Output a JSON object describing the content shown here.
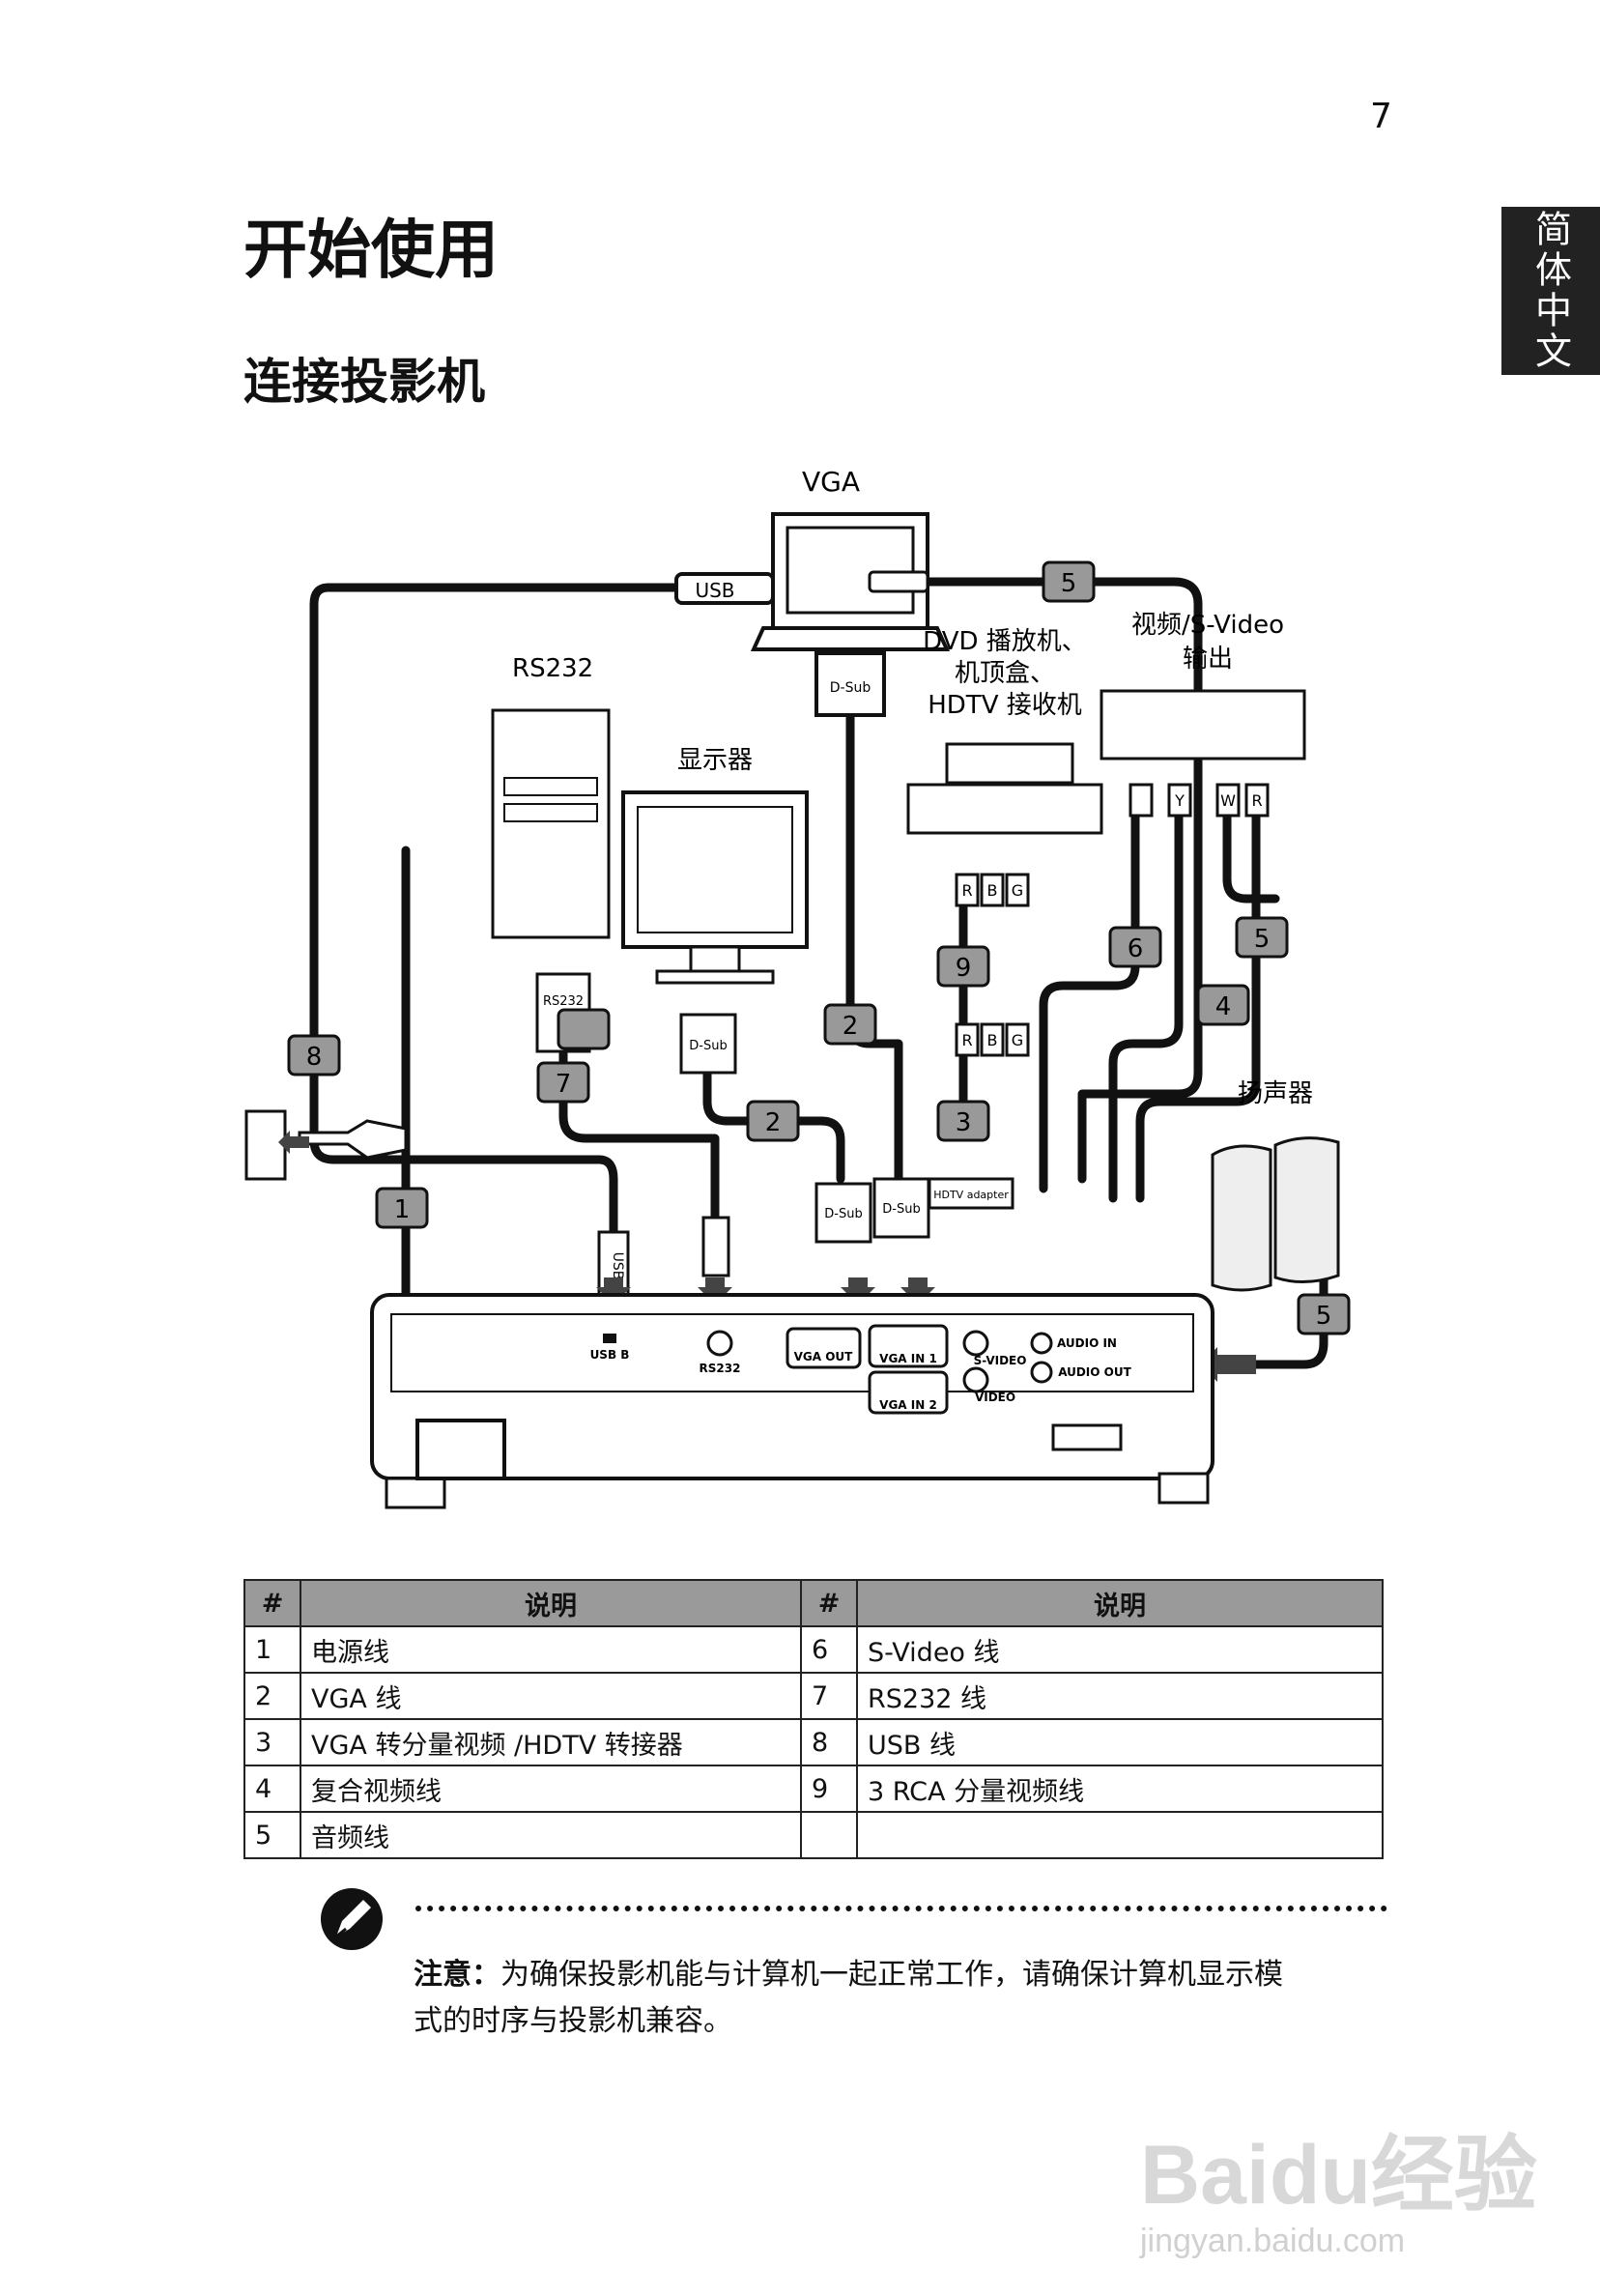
{
  "page_number": "7",
  "side_tab": "简体中文",
  "title": "开始使用",
  "subtitle": "连接投影机",
  "diagram": {
    "labels": {
      "vga": "VGA",
      "rs232": "RS232",
      "monitor": "显示器",
      "dvd_line1": "DVD 播放机、",
      "dvd_line2": "机顶盒、",
      "dvd_line3": "HDTV 接收机",
      "svideo_out_line1": "视频/S-Video",
      "svideo_out_line2": "输出",
      "speakers": "扬声器"
    },
    "connectors": {
      "usb": "USB",
      "dsub": "D-Sub",
      "rs232": "RS232",
      "hdtv_adapter": "HDTV adapter",
      "r": "R",
      "b": "B",
      "g": "G",
      "y": "Y",
      "w": "W"
    },
    "ports": {
      "usb_b": "USB B",
      "rs232": "RS232",
      "vga_out": "VGA OUT",
      "vga_in1": "VGA IN 1",
      "vga_in2": "VGA IN 2",
      "svideo": "S-VIDEO",
      "video": "VIDEO",
      "audio_in": "AUDIO IN",
      "audio_out": "AUDIO OUT"
    },
    "cable_numbers": {
      "n1": "1",
      "n2a": "2",
      "n2b": "2",
      "n3": "3",
      "n4": "4",
      "n5a": "5",
      "n5b": "5",
      "n5c": "5",
      "n6": "6",
      "n7": "7",
      "n8": "8",
      "n9": "9"
    }
  },
  "table": {
    "header": {
      "num1": "#",
      "desc1": "说明",
      "num2": "#",
      "desc2": "说明"
    },
    "rows": [
      {
        "n1": "1",
        "d1": "电源线",
        "n2": "6",
        "d2": "S-Video 线"
      },
      {
        "n1": "2",
        "d1": "VGA 线",
        "n2": "7",
        "d2": "RS232 线"
      },
      {
        "n1": "3",
        "d1": "VGA 转分量视频 /HDTV 转接器",
        "n2": "8",
        "d2": "USB 线"
      },
      {
        "n1": "4",
        "d1": "复合视频线",
        "n2": "9",
        "d2": "3 RCA 分量视频线"
      },
      {
        "n1": "5",
        "d1": "音频线",
        "n2": "",
        "d2": ""
      }
    ]
  },
  "note": {
    "label": "注意：",
    "text_line1": "为确保投影机能与计算机一起正常工作，请确保计算机显示模",
    "text_line2": "式的时序与投影机兼容。"
  },
  "watermark": {
    "brand": "Baidu经验",
    "url": "jingyan.baidu.com"
  }
}
